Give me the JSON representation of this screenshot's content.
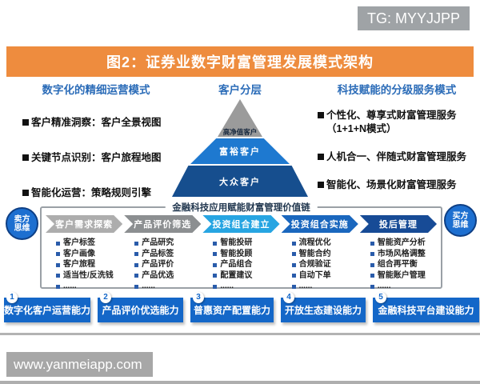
{
  "overlays": {
    "tg_badge": "TG: MYYJJPP",
    "watermark_url": "www.yanmeiapp.com"
  },
  "figure": {
    "title": "图2：证券业数字财富管理发展模式架构"
  },
  "left_panel": {
    "header": "数字化的精细运营模式",
    "items": [
      "客户精准洞察：客户全景视图",
      "关键节点识别：客户旅程地图",
      "智能化运营：策略规则引擎"
    ]
  },
  "right_panel": {
    "header": "科技赋能的分级服务模式",
    "items": [
      "个性化、尊享式财富管理服务（1+1+N模式）",
      "人机合一、伴随式财富管理服务",
      "智能化、场景化财富管理服务"
    ]
  },
  "customer_pyramid": {
    "header": "客户分层",
    "tiers": [
      {
        "label": "高净值客户",
        "color": "#9b9b9b"
      },
      {
        "label": "富裕客户",
        "color": "#1e79d0"
      },
      {
        "label": "大众客户",
        "color": "#164e8e"
      }
    ]
  },
  "value_chain": {
    "title": "金融科技应用赋能财富管理价值链",
    "left_circle": "卖方思维",
    "right_circle": "买方思维",
    "stages": [
      {
        "label": "客户需求探索",
        "color": "#adadad",
        "items": [
          "客户标签",
          "客户画像",
          "客户旅程",
          "适当性/反洗钱",
          "......"
        ]
      },
      {
        "label": "产品评价筛选",
        "color": "#8c8f91",
        "items": [
          "产品研究",
          "产品标签",
          "产品评价",
          "产品优选",
          "......"
        ]
      },
      {
        "label": "投资组合建立",
        "color": "#27a5e2",
        "items": [
          "智能投研",
          "智能投顾",
          "产品组合",
          "配置建议",
          "......"
        ]
      },
      {
        "label": "投资组合实施",
        "color": "#1a67be",
        "items": [
          "流程优化",
          "智能合约",
          "合规验证",
          "自动下单",
          "......"
        ]
      },
      {
        "label": "投后管理",
        "color": "#174b96",
        "items": [
          "智能资产分析",
          "市场风格调整",
          "组合再平衡",
          "智能账户管理",
          "......"
        ]
      }
    ]
  },
  "capabilities": [
    {
      "number": "1",
      "label": "数字化客户运营能力"
    },
    {
      "number": "2",
      "label": "产品评价优选能力"
    },
    {
      "number": "3",
      "label": "普惠资产配置能力"
    },
    {
      "number": "4",
      "label": "开放生态建设能力"
    },
    {
      "number": "5",
      "label": "金融科技平台建设能力"
    }
  ],
  "colors": {
    "banner_orange": "#ee8c3e",
    "header_blue": "#2b6cb8",
    "capability_blue": "#1467c8",
    "circle_blue": "#1d6fd0",
    "badge_gray": "#9fa3a6",
    "watermark_gray": "#a7a7a7"
  }
}
